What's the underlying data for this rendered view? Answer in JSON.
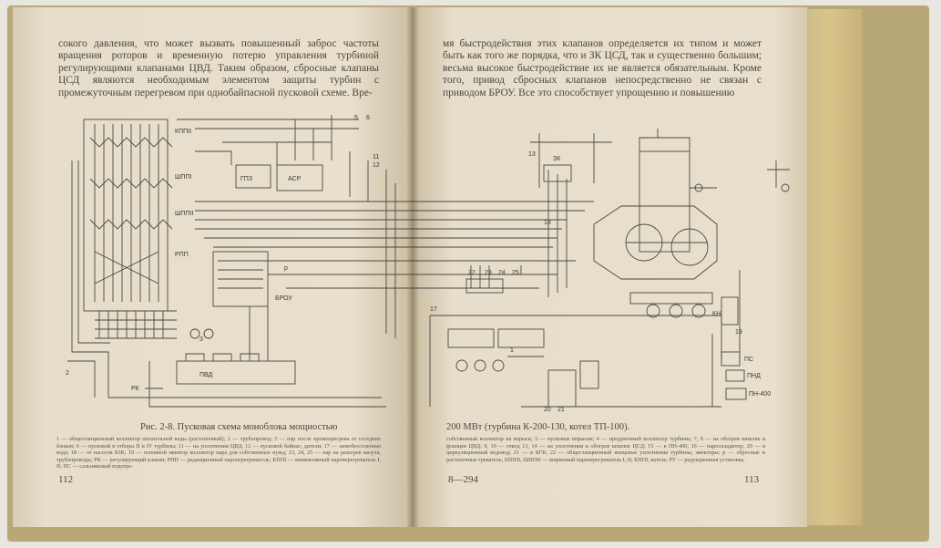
{
  "left_page": {
    "text": "сокого давления, что может вызвать повышенный заброс частоты вращения роторов и временную потерю управления турбиной регулирующими клапанами ЦВД. Таким образом, сбросные клапаны ЦСД являются необходимым элементом защиты турбин с промежуточным перегревом при однобайпасной пусковой схеме. Вре-",
    "caption": "Рис. 2-8. Пусковая схема моноблока мощностью",
    "legend": "1 — общестанционный коллектор питательной воды (растопочный); 2 — трубопровод; 5 — пар после промперегрева от соседних блоков; 6 — пусковой в отборы II и IV турбины; 11 — на уплотнения ЦВД; 12 — пусковой байпас; дители; 17 — химобессоленная вода; 18 — от насосов БЗК; 19 — основной эжектор коллектор пара для собственных нужд; 23, 24, 25 — пар на разогрев мазута, трубопроводы; РК — регулирующий клапан; РПП — радиационный пароперегреватель; КППI — конвективный пароперегреватель I, II; ПС — сальниковый подогре-",
    "page_number": "112"
  },
  "right_page": {
    "text": "мя быстродействия этих клапанов определяется их типом и может быть как того же порядка, что и ЗК ЦСД, так и существенно большим; весьма высокое быстродействие их не является обязательным. Кроме того, привод сбросных клапанов непосредственно не связан с приводом БРОУ. Все это способствует упрощению и повышению",
    "caption": "200 МВт (турбина К-200-130, котел ТП-100).",
    "legend": "собственный коллектор на впрыск; 3 — пусковые впрыски; 4 — продувочный коллектор турбины; 7, 8 — на обогрев шпилек и фланцев ЦВД; 9, 10 — отвод 13, 14 — на уплотнения и обогрев шпилек ЦСД; 15 — в ПН-400; 16 — пароохладитор; 20 — в циркуляционный водовод; 21 — в БГК; 22 — общестанционный концевые уплотнения турбины, эжекторы; р — сбросные и растопочные греватель; ШППI, ШППII — ширмовый пароперегреватель I, II; КППI, ватель; РУ — редукционная установка.",
    "page_number": "113",
    "signature": "8—294"
  },
  "schematic_labels": {
    "kpp": "КППII",
    "shpp1": "ШППI",
    "shpp2": "ШППII",
    "rpp": "РПП",
    "gpz": "ГПЗ",
    "asr": "АСР",
    "brou": "БРОУ",
    "rk": "РК",
    "pvd": "ПВД",
    "pnd": "ПНД",
    "kn": "КН",
    "ps": "ПС",
    "pn": "ПН-400",
    "zk": "ЗК",
    "p": "р",
    "n1": "1",
    "n2": "2",
    "n3": "3",
    "n5": "5",
    "n6": "6",
    "n11": "11",
    "n12": "12",
    "n13": "13",
    "n17": "17",
    "n18": "18",
    "n19": "19",
    "n20": "20",
    "n21": "21",
    "n22": "22",
    "n23": "23",
    "n24": "24",
    "n25": "25"
  }
}
